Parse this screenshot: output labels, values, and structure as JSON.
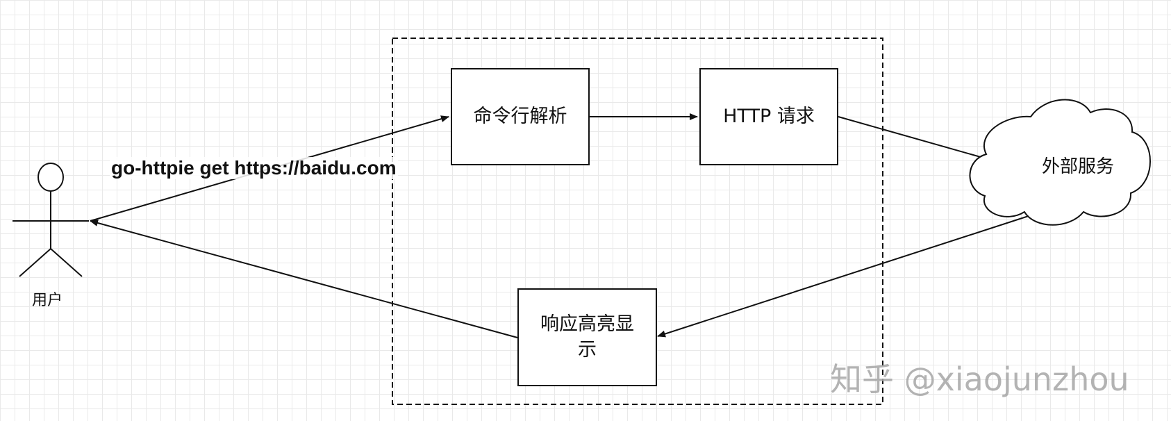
{
  "actor": {
    "label": "用户"
  },
  "boxes": {
    "parse": "命令行解析",
    "http": "HTTP 请求",
    "highlight": "响应高亮显示"
  },
  "cloud": {
    "label": "外部服务"
  },
  "edge_label": {
    "command": "go-httpie get https://baidu.com"
  },
  "watermark": "知乎 @xiaojunzhou",
  "colors": {
    "line": "#111111",
    "grid": "#e9e9e9",
    "watermark": "#a6a6a6"
  }
}
